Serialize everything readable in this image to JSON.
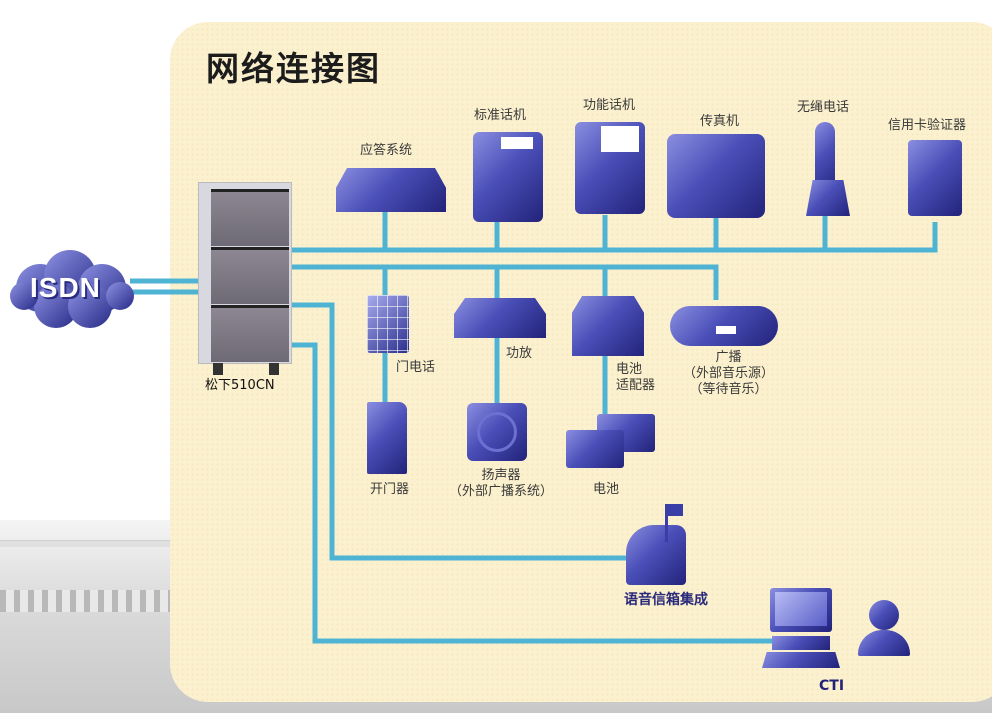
{
  "title": "网络连接图",
  "pbx": {
    "label": "松下510CN"
  },
  "network": {
    "label": "ISDN"
  },
  "devices_top": [
    {
      "id": "answering",
      "label": "应答系统",
      "icon": "answering-machine-icon"
    },
    {
      "id": "standard-phone",
      "label": "标准话机",
      "icon": "desk-phone-icon"
    },
    {
      "id": "feature-phone",
      "label": "功能话机",
      "icon": "feature-phone-icon"
    },
    {
      "id": "fax",
      "label": "传真机",
      "icon": "fax-icon"
    },
    {
      "id": "cordless",
      "label": "无绳电话",
      "icon": "cordless-phone-icon"
    },
    {
      "id": "card-verifier",
      "label": "信用卡验证器",
      "icon": "card-terminal-icon"
    }
  ],
  "devices_middle": [
    {
      "id": "door-phone",
      "label": "门电话",
      "icon": "door-phone-icon"
    },
    {
      "id": "amplifier",
      "label": "功放",
      "icon": "amplifier-icon"
    },
    {
      "id": "battery-adapter",
      "label_lines": [
        "电池",
        "适配器"
      ],
      "icon": "battery-adapter-icon"
    },
    {
      "id": "broadcast",
      "label_lines": [
        "广播",
        "（外部音乐源）",
        "（等待音乐）"
      ],
      "icon": "boombox-icon"
    }
  ],
  "devices_bottom": [
    {
      "id": "door-opener",
      "label": "开门器",
      "icon": "door-icon"
    },
    {
      "id": "speaker",
      "label_lines": [
        "扬声器",
        "（外部广播系统）"
      ],
      "icon": "speaker-icon"
    },
    {
      "id": "battery",
      "label": "电池",
      "icon": "battery-icon"
    }
  ],
  "integrations": [
    {
      "id": "voicemail",
      "label": "语音信箱集成",
      "icon": "mailbox-icon"
    },
    {
      "id": "cti",
      "label": "CTI",
      "icon": "computer-icon"
    }
  ],
  "colors": {
    "line": "#4fb3d4",
    "line_dark": "#2f8fab",
    "device": "#3a3fa8",
    "panel": "#fbf1cf"
  }
}
